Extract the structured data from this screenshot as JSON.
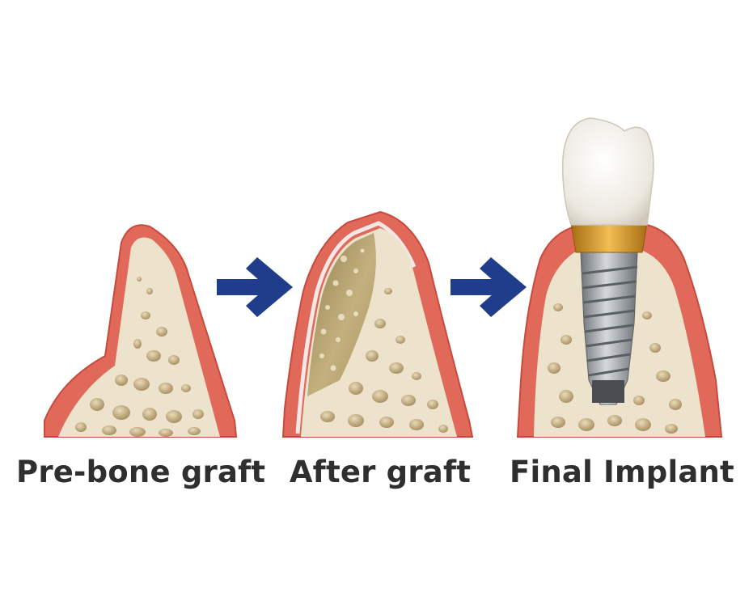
{
  "stages": [
    {
      "caption": "Pre-bone graft"
    },
    {
      "caption": "After graft"
    },
    {
      "caption": "Final Implant"
    }
  ],
  "arrows": [
    {
      "from": "Pre-bone graft",
      "to": "After graft"
    },
    {
      "from": "After graft",
      "to": "Final Implant"
    }
  ],
  "colors": {
    "gum": "#e0695a",
    "gum_edge": "#c84a3e",
    "bone": "#ede3cc",
    "bone_pore": "#b9a27a",
    "graft": "#b5a273",
    "arrow": "#1f3d8a",
    "implant": "#9aa0a6",
    "abutment": "#d39a2c",
    "crown": "#f3f1ec",
    "caption": "#2f2f2f"
  }
}
